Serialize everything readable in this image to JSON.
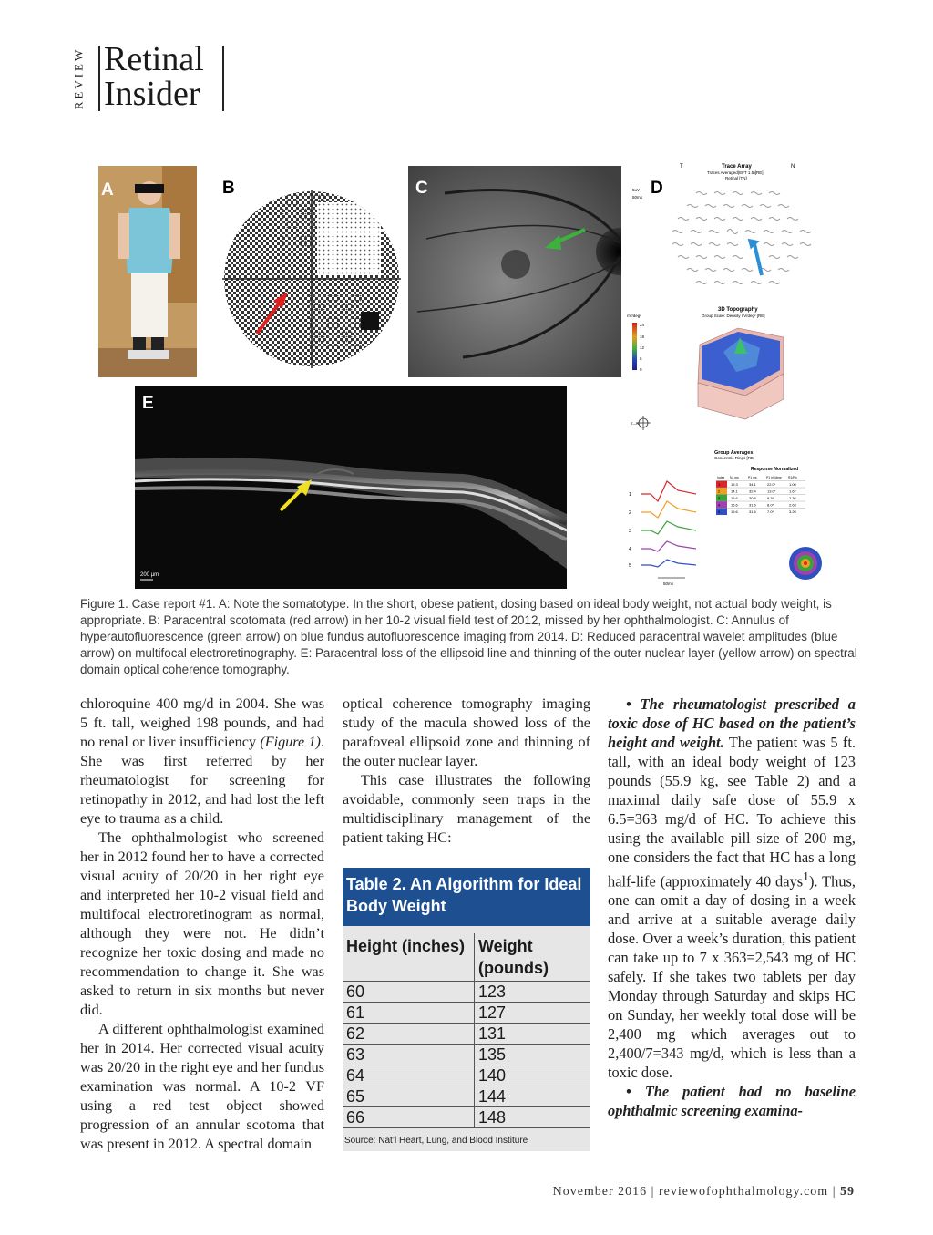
{
  "header": {
    "section": "REVIEW",
    "title_line1": "Retinal",
    "title_line2": "Insider"
  },
  "figure": {
    "labels": {
      "a": "A",
      "b": "B",
      "c": "C",
      "d": "D",
      "e": "E"
    },
    "panel_d": {
      "trace_title": "Trace Array",
      "trace_subtitle": "Traces Averaged(EFT 1.5)[RE]",
      "trace_subtitle2": "Retinal [TN]",
      "topo_title": "3D Topography",
      "topo_subtitle": "Group Scale: Density nV/deg² [RE]",
      "group_title": "Group Averages",
      "group_subtitle": "Concentric Rings [RE]",
      "resp_title": "Response Normalized",
      "corner_t": "T",
      "corner_n": "N",
      "ring_label": "T—N",
      "scale_unit": "nV/deg²",
      "scale_ticks": [
        "24",
        "18",
        "12",
        "6",
        "0"
      ],
      "axis_uv": "5uV",
      "axis_ms": "50ms",
      "ring_rows": [
        "1",
        "2",
        "3",
        "4",
        "5"
      ],
      "bottom_ms": "50ms",
      "ring_header": [
        "Index",
        "N1 ms",
        "P1 ms",
        "P1 nV/deg²",
        "R1/Rn",
        "P1 nV/d²"
      ],
      "ring_table": [
        [
          "1",
          "15.3",
          "34.1",
          "22.0*",
          "1.00"
        ],
        [
          "2",
          "14.1",
          "32.4",
          "13.0*",
          "1.67"
        ],
        [
          "3",
          "15.6",
          "30.8",
          "9.3*",
          "2.36"
        ],
        [
          "4",
          "16.6",
          "31.6",
          "8.0*",
          "2.63"
        ],
        [
          "5",
          "16.6",
          "31.6",
          "7.0*",
          "3.20"
        ]
      ],
      "ring_colors": [
        "#d8262b",
        "#f0a020",
        "#3aa43a",
        "#a040b0",
        "#3050c0"
      ]
    },
    "panel_e_scale": "200 µm",
    "arrow_colors": {
      "red": "#e0201c",
      "green": "#3cb23c",
      "blue": "#2a8fd6",
      "yellow": "#f0e020"
    },
    "caption": "Figure 1. Case report #1. A: Note the somatotype. In the short, obese patient, dosing based on ideal body weight, not actual body weight, is appropriate. B: Paracentral scotomata (red arrow) in her 10-2 visual field test of 2012, missed by her ophthalmologist. C: Annulus of hyperautofluorescence (green arrow) on blue fundus autofluorescence imaging from 2014. D: Reduced paracentral wavelet amplitudes (blue arrow) on multifocal electroretinography. E: Paracentral loss of the ellipsoid line and thinning of the outer nuclear layer (yellow arrow) on spectral domain optical coherence tomography."
  },
  "column1": {
    "p1_a": "chloroquine 400 mg/d in 2004. She was 5 ft. tall, weighed 198 pounds, and had no renal or liver insufficiency ",
    "p1_ref": "(Figure 1)",
    "p1_b": ". She was first referred by her rheumatologist for screening for retinopathy in 2012, and had lost the left eye to trauma as a child.",
    "p2": "The ophthalmologist who screened her in 2012 found her to have a corrected visual acuity of 20/20 in her right eye and interpreted her 10-2 visual field and multifocal electroretinogram as normal, although they were not. He didn’t recognize her toxic dosing and made no recommendation to change it. She was asked to return in six months but never did.",
    "p3": "A different ophthalmologist examined her in 2014. Her corrected visual acuity was 20/20 in the right eye and her fundus examination was normal. A 10-2 VF using a red test object showed progression of an annular scotoma that was present in 2012. A spectral domain"
  },
  "column2": {
    "p1": "optical coherence tomography imaging study of the macula showed loss of the parafoveal ellipsoid zone and thinning of the outer nuclear layer.",
    "p2": "This case illustrates the following avoidable, commonly seen traps in the multidisciplinary management of the patient taking HC:"
  },
  "table": {
    "title": "Table 2. An Algorithm for Ideal Body Weight",
    "headers": [
      "Height (inches)",
      "Weight (pounds)"
    ],
    "rows": [
      [
        "60",
        "123"
      ],
      [
        "61",
        "127"
      ],
      [
        "62",
        "131"
      ],
      [
        "63",
        "135"
      ],
      [
        "64",
        "140"
      ],
      [
        "65",
        "144"
      ],
      [
        "66",
        "148"
      ]
    ],
    "source": "Source: Nat’l Heart, Lung, and Blood Institure"
  },
  "column3": {
    "b1_bold": "• The rheumatologist prescribed a toxic dose of HC based on the patient’s height and weight.",
    "b1_text_a": " The patient was 5 ft. tall, with an ideal body weight of 123 pounds (55.9 kg, see Table 2) and a maximal daily safe dose of 55.9 x 6.5=363 mg/d of HC. To achieve this using the available pill size of 200 mg, one considers the fact that HC has a long half-life (approximately 40 days",
    "b1_sup": "1",
    "b1_text_b": "). Thus, one can omit a day of dosing in a week and arrive at a suitable average daily dose. Over a week’s duration, this patient can take up to 7 x 363=2,543 mg of HC safely. If she takes two tablets per day Monday through Saturday and skips HC on Sunday, her weekly total dose will be 2,400 mg which averages out to 2,400/7=343 mg/d, which is less than a toxic dose.",
    "b2_bold": "• The patient had no baseline ophthalmic screening examina-"
  },
  "footer": {
    "text": "November 2016 | reviewofophthalmology.com | ",
    "page": "59"
  }
}
